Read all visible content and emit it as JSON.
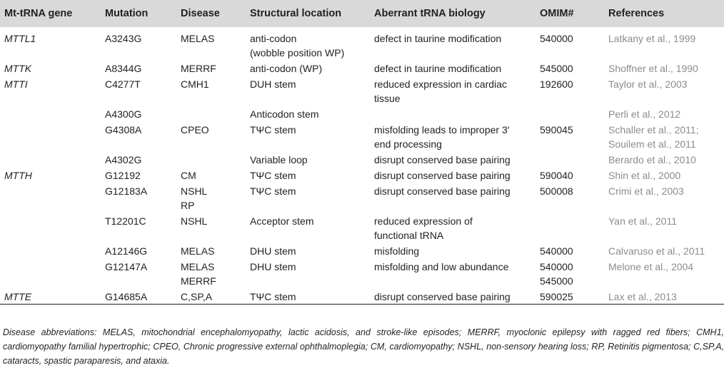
{
  "table": {
    "headers": [
      "Mt-tRNA gene",
      "Mutation",
      "Disease",
      "Structural location",
      "Aberrant tRNA biology",
      "OMIM#",
      "References"
    ],
    "rows": [
      {
        "gene": "MTTL1",
        "mutation": "A3243G",
        "disease": "MELAS",
        "location": "anti-codon\n(wobble position WP)",
        "biology": "defect in taurine modification",
        "omim": "540000",
        "reference": "Latkany et al., 1999"
      },
      {
        "gene": "MTTK",
        "mutation": "A8344G",
        "disease": "MERRF",
        "location": "anti-codon (WP)",
        "biology": "defect in taurine modification",
        "omim": "545000",
        "reference": "Shoffner et al., 1990"
      },
      {
        "gene": "MTTI",
        "mutation": "C4277T",
        "disease": "CMH1",
        "location": "DUH stem",
        "biology": "reduced expression in cardiac\ntissue",
        "omim": "192600",
        "reference": "Taylor et al., 2003"
      },
      {
        "gene": "",
        "mutation": "A4300G",
        "disease": "",
        "location": "Anticodon stem",
        "biology": "",
        "omim": "",
        "reference": "Perli et al., 2012"
      },
      {
        "gene": "",
        "mutation": "G4308A",
        "disease": "CPEO",
        "location": "TΨC stem",
        "biology": "misfolding leads to improper 3′\nend processing",
        "omim": "590045",
        "reference": "Schaller et al., 2011;\nSouilem et al., 2011"
      },
      {
        "gene": "",
        "mutation": "A4302G",
        "disease": "",
        "location": "Variable loop",
        "biology": "disrupt conserved base pairing",
        "omim": "",
        "reference": "Berardo et al., 2010"
      },
      {
        "gene": "MTTH",
        "mutation": "G12192",
        "disease": "CM",
        "location": "TΨC stem",
        "biology": "disrupt conserved base pairing",
        "omim": "590040",
        "reference": "Shin et al., 2000"
      },
      {
        "gene": "",
        "mutation": "G12183A",
        "disease": "NSHL\nRP",
        "location": "TΨC stem",
        "biology": "disrupt conserved base pairing",
        "omim": "500008",
        "reference": "Crimi et al., 2003"
      },
      {
        "gene": "",
        "mutation": "T12201C",
        "disease": "NSHL",
        "location": "Acceptor stem",
        "biology": "reduced expression of\nfunctional tRNA",
        "omim": "",
        "reference": "Yan et al., 2011"
      },
      {
        "gene": "",
        "mutation": "A12146G",
        "disease": "MELAS",
        "location": "DHU stem",
        "biology": "misfolding",
        "omim": "540000",
        "reference": "Calvaruso et al., 2011"
      },
      {
        "gene": "",
        "mutation": "G12147A",
        "disease": "MELAS\nMERRF",
        "location": "DHU stem",
        "biology": "misfolding and low abundance",
        "omim": "540000\n545000",
        "reference": "Melone et al., 2004"
      },
      {
        "gene": "MTTE",
        "mutation": "G14685A",
        "disease": "C,SP,A",
        "location": "TΨC stem",
        "biology": "disrupt conserved base pairing",
        "omim": "590025",
        "reference": "Lax et al., 2013"
      }
    ]
  },
  "footnote": "Disease abbreviations: MELAS, mitochondrial encephalomyopathy, lactic acidosis, and stroke-like episodes; MERRF, myoclonic epilepsy with ragged red fibers; CMH1, cardiomyopathy familial hypertrophic; CPEO, Chronic progressive external ophthalmoplegia; CM, cardiomyopathy; NSHL, non-sensory hearing loss; RP, Retinitis pigmentosa; C,SP,A, cataracts, spastic paraparesis, and ataxia."
}
